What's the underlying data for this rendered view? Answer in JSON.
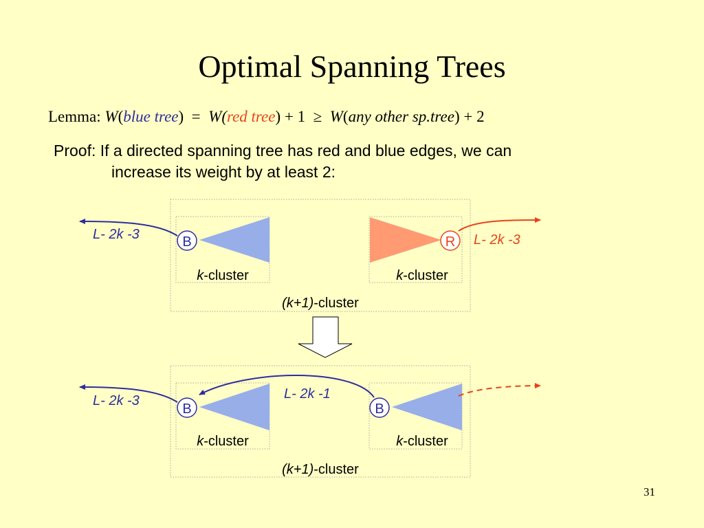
{
  "slide": {
    "title": "Optimal Spanning Trees",
    "lemma": {
      "label": "Lemma:",
      "w1": "W",
      "open1": "(",
      "blue_tree": "blue tree",
      "close1": ")",
      "eq": "=",
      "w2": "W(",
      "red_tree": "red tree",
      "close2": ") + 1",
      "geq": "≥",
      "w3": "W",
      "open3": "(",
      "other_tree": "any other sp.tree",
      "close3": ") + 2"
    },
    "proof": {
      "line1": "Proof: If a directed spanning tree has red and blue edges, we can",
      "line2": "increase its weight by at least 2:"
    },
    "top_diagram": {
      "left_edge_label": "L- 2k -3",
      "right_edge_label": "L- 2k -3",
      "node_b": "B",
      "node_r": "R",
      "left_cluster_k": "k",
      "left_cluster_text": "-cluster",
      "right_cluster_k": "k",
      "right_cluster_text": "-cluster",
      "outer_cluster_k": "(k+1)",
      "outer_cluster_text": "-cluster"
    },
    "bottom_diagram": {
      "left_edge_label": "L- 2k -3",
      "middle_edge_label": "L- 2k -1",
      "node_b_left": "B",
      "node_b_right": "B",
      "left_cluster_k": "k",
      "left_cluster_text": "-cluster",
      "right_cluster_k": "k",
      "right_cluster_text": "-cluster",
      "outer_cluster_k": "(k+1)",
      "outer_cluster_text": "-cluster"
    },
    "page_number": "31",
    "colors": {
      "background": "#ffffc6",
      "blue": "#2d2d9e",
      "red": "#e8431a",
      "blue_fill": "#97aee8",
      "red_fill": "#ff9a73"
    }
  }
}
